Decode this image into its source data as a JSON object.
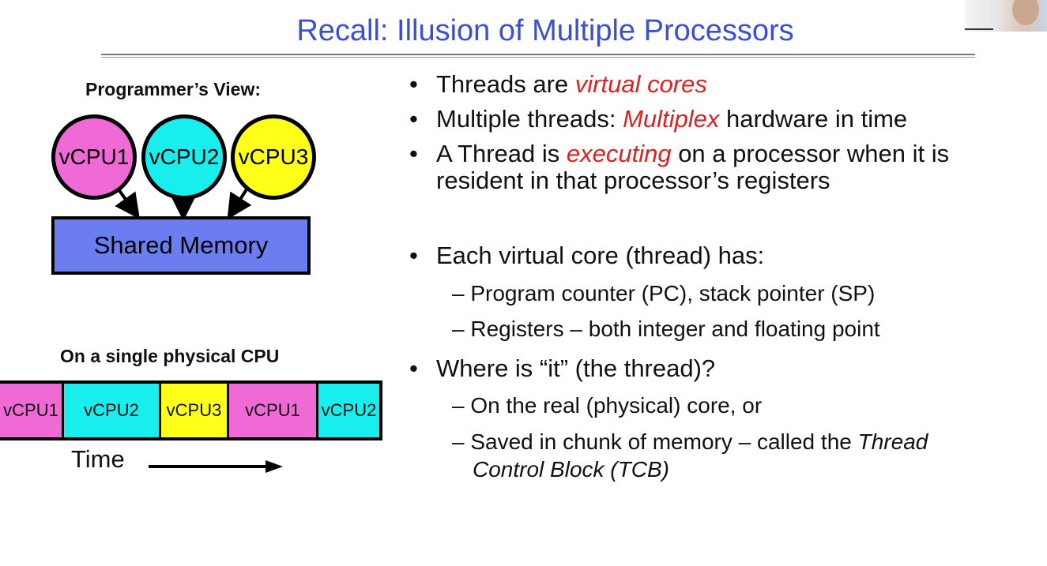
{
  "slide": {
    "title": "Recall: Illusion of Multiple Processors"
  },
  "diagram": {
    "programmers_view_heading": "Programmer’s View:",
    "vcpus": [
      {
        "label": "vCPU1",
        "color": "#f06ad6"
      },
      {
        "label": "vCPU2",
        "color": "#19eeee"
      },
      {
        "label": "vCPU3",
        "color": "#ffff1a"
      }
    ],
    "shared_memory_label": "Shared Memory",
    "shared_memory_color": "#6b7ef0",
    "physical_cpu_heading": "On a single physical CPU",
    "timeline": [
      {
        "label": "vCPU1",
        "color": "#f06ad6"
      },
      {
        "label": "vCPU2",
        "color": "#19eeee"
      },
      {
        "label": "vCPU3",
        "color": "#ffff1a"
      },
      {
        "label": "vCPU1",
        "color": "#f06ad6"
      },
      {
        "label": "vCPU2",
        "color": "#19eeee"
      }
    ],
    "time_label": "Time"
  },
  "bullets": {
    "b1_pre": "Threads are ",
    "b1_em": "virtual cores",
    "b2_pre": "Multiple threads: ",
    "b2_em": "Multiplex",
    "b2_post": " hardware in time",
    "b3_pre": "A Thread is ",
    "b3_em": "executing",
    "b3_post": " on a processor when it is",
    "b3_line2": "resident in that processor’s registers",
    "b4": "Each virtual core (thread) has:",
    "b4_sub1": "– Program counter (PC), stack pointer (SP)",
    "b4_sub2": "– Registers – both integer and floating point",
    "b5": "Where is “it” (the thread)?",
    "b5_sub1": "– On the real (physical) core, or",
    "b5_sub2_pre": "– Saved in chunk of memory – called the ",
    "b5_sub2_em": "Thread",
    "b5_sub2_line2": "Control Block (TCB)"
  }
}
